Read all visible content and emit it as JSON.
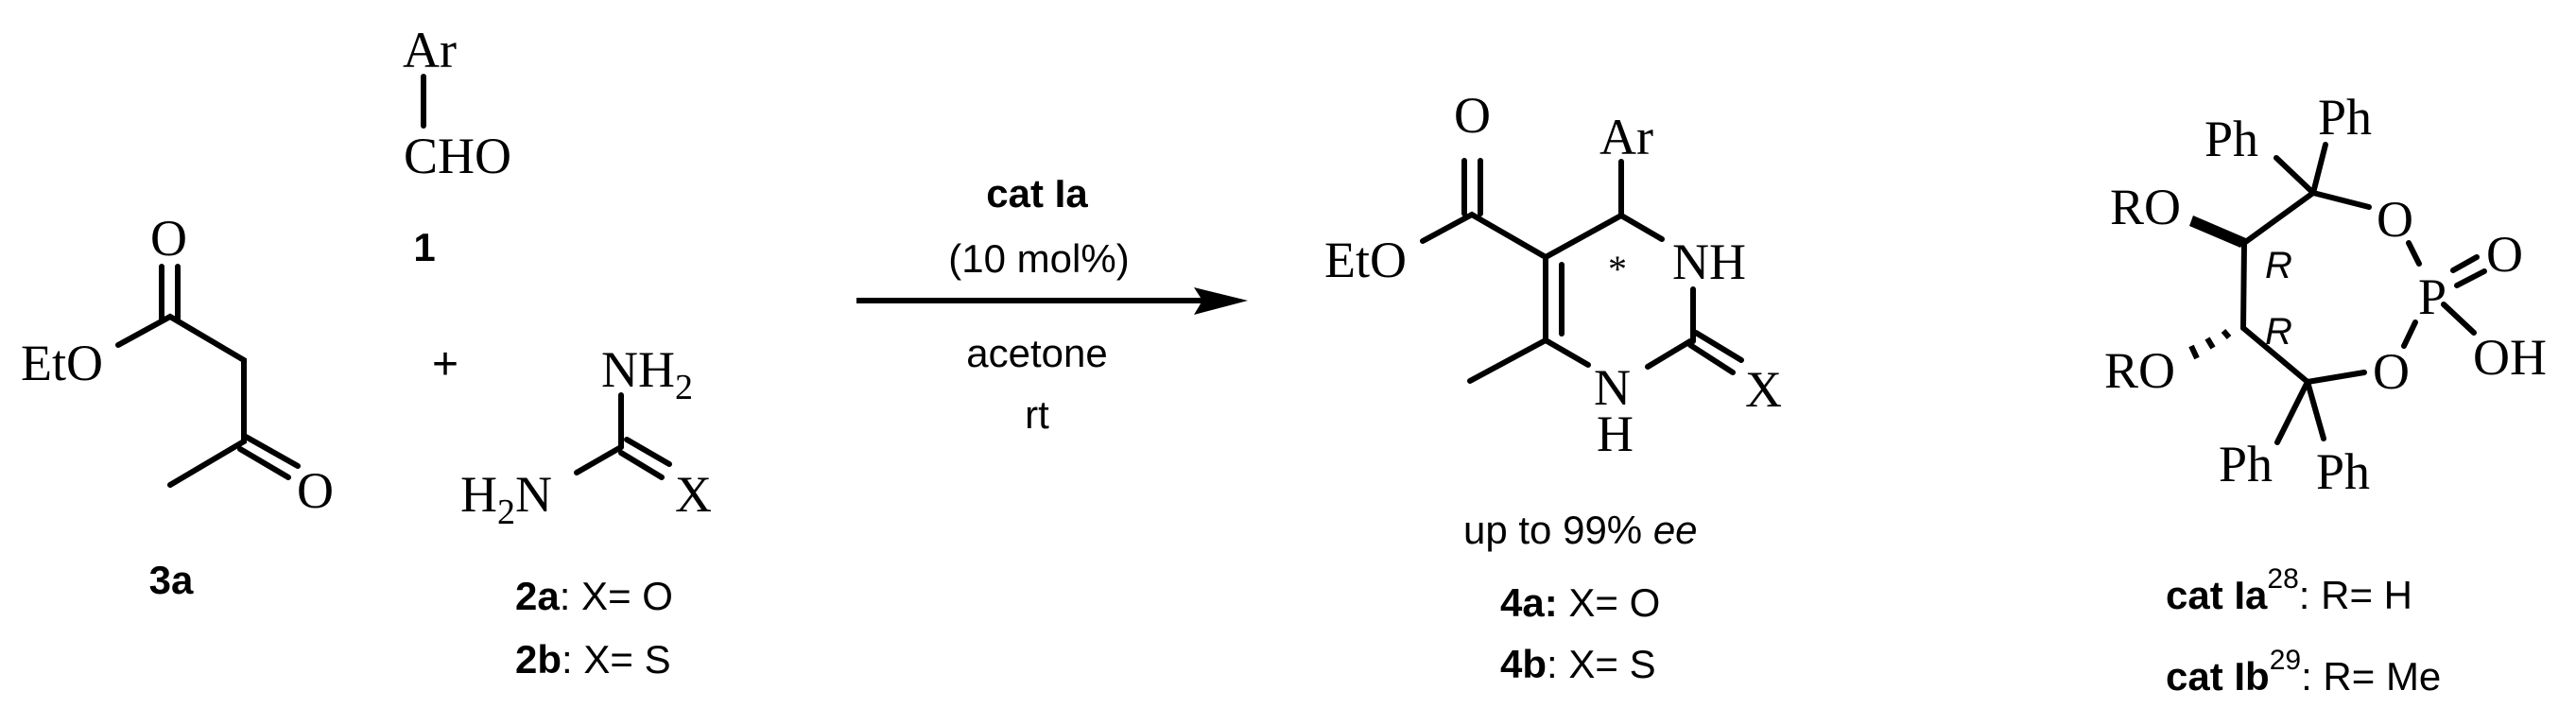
{
  "scheme": {
    "reactants": {
      "aldehyde": {
        "id": "1",
        "substituent": "Ar",
        "group": "CHO"
      },
      "plus": "+",
      "ketoester": {
        "id": "3a",
        "ester_group": "EtO",
        "carbonyl_o_top": "O",
        "carbonyl_o_bottom": "O"
      },
      "urea": {
        "nh2_top": "NH",
        "nh2_top_sub": "2",
        "h2n_left_h": "H",
        "h2n_left_sub": "2",
        "h2n_left_n": "N",
        "x_atom": "X",
        "variants": [
          {
            "id": "2a",
            "sep": ":",
            "text": " X= O"
          },
          {
            "id": "2b",
            "sep": ":",
            "text": " X= S"
          }
        ]
      }
    },
    "conditions": {
      "catalyst": "cat Ia",
      "loading": "(10 mol%)",
      "solvent": "acetone",
      "temperature": "rt"
    },
    "product": {
      "ester_group": "EtO",
      "carbonyl_o": "O",
      "aryl": "Ar",
      "nh_top": "NH",
      "n_bottom": "N",
      "h_bottom": "H",
      "x_atom": "X",
      "stereocenter_mark": "*",
      "ee_prefix": "up to 99% ",
      "ee_suffix": "ee",
      "variants": [
        {
          "id": "4a",
          "sep": ":",
          "text": " X= O"
        },
        {
          "id": "4b",
          "sep": ":",
          "text": " X= S"
        }
      ]
    },
    "catalyst_structure": {
      "ro_top": "RO",
      "ro_bottom": "RO",
      "ph_top_left": "Ph",
      "ph_top_right": "Ph",
      "ph_bottom_left": "Ph",
      "ph_bottom_right": "Ph",
      "o_ring_top": "O",
      "o_ring_bottom": "O",
      "p_atom": "P",
      "p_oxo": "O",
      "p_oh": "OH",
      "stereo_top": "R",
      "stereo_bottom": "R",
      "variants": [
        {
          "name": "cat Ia",
          "ref": "28",
          "text": ": R= H"
        },
        {
          "name": "cat Ib",
          "ref": "29",
          "text": ": R= Me"
        }
      ]
    }
  }
}
